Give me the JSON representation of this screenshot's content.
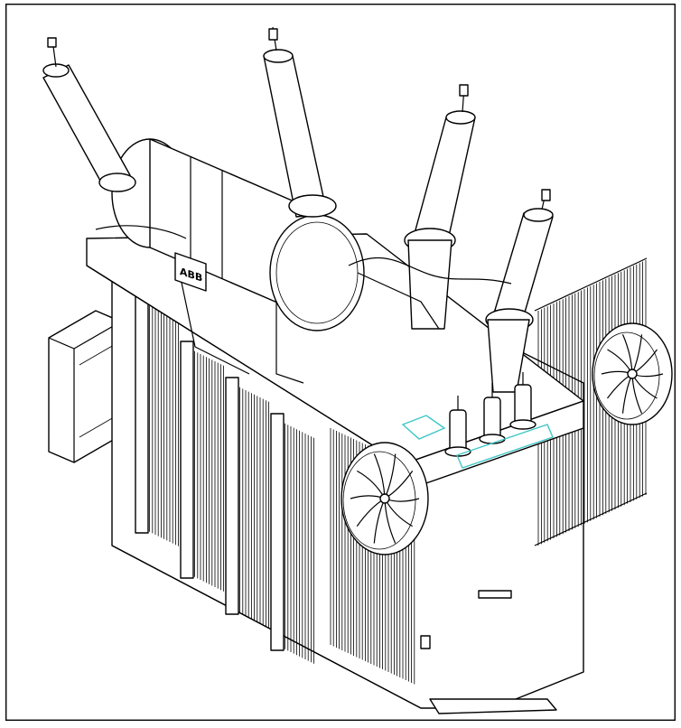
{
  "drawing": {
    "nameplate_text": "ABB",
    "colors": {
      "line": "#000000",
      "background": "#ffffff",
      "highlight": "#3fc6c6"
    },
    "bushing_count": 4,
    "fan_count": 2
  }
}
